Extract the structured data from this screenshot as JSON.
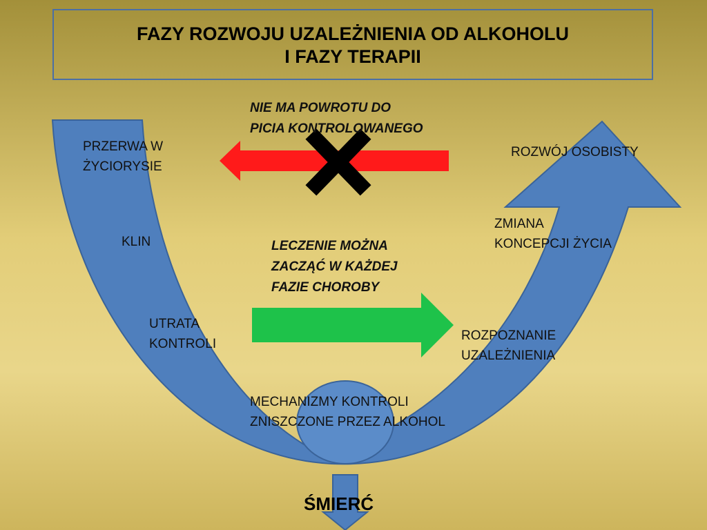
{
  "title": {
    "line1": "FAZY ROZWOJU UZALEŻNIENIA OD ALKOHOLU",
    "line2": "I FAZY TERAPII"
  },
  "no_return": "NIE MA POWROTU DO\nPICIA KONTROLOWANEGO",
  "treatment": "LECZENIE MOŻNA\nZACZĄĆ W KAŻDEJ\nFAZIE CHOROBY",
  "left_labels": {
    "break": "PRZERWA W\nŻYCIORYSIE",
    "wedge": "KLIN",
    "loss": "UTRATA\nKONTROLI"
  },
  "right_labels": {
    "growth": "ROZWÓJ OSOBISTY",
    "change": "ZMIANA\nKONCEPCJI ŻYCIA",
    "recognition": "ROZPOZNANIE\nUZALEŻNIENIA"
  },
  "bottom_label": "MECHANIZMY KONTROLI\nZNISZCZONE PRZEZ ALKOHOL",
  "death": "ŚMIERĆ",
  "colors": {
    "arrow_blue": "#4f7fbd",
    "arrow_blue_dark": "#3a6399",
    "no_return_arrow": "#ff1a1a",
    "treatment_arrow": "#1ec24a",
    "cross": "#000000",
    "frame": "#4b6fa5"
  }
}
